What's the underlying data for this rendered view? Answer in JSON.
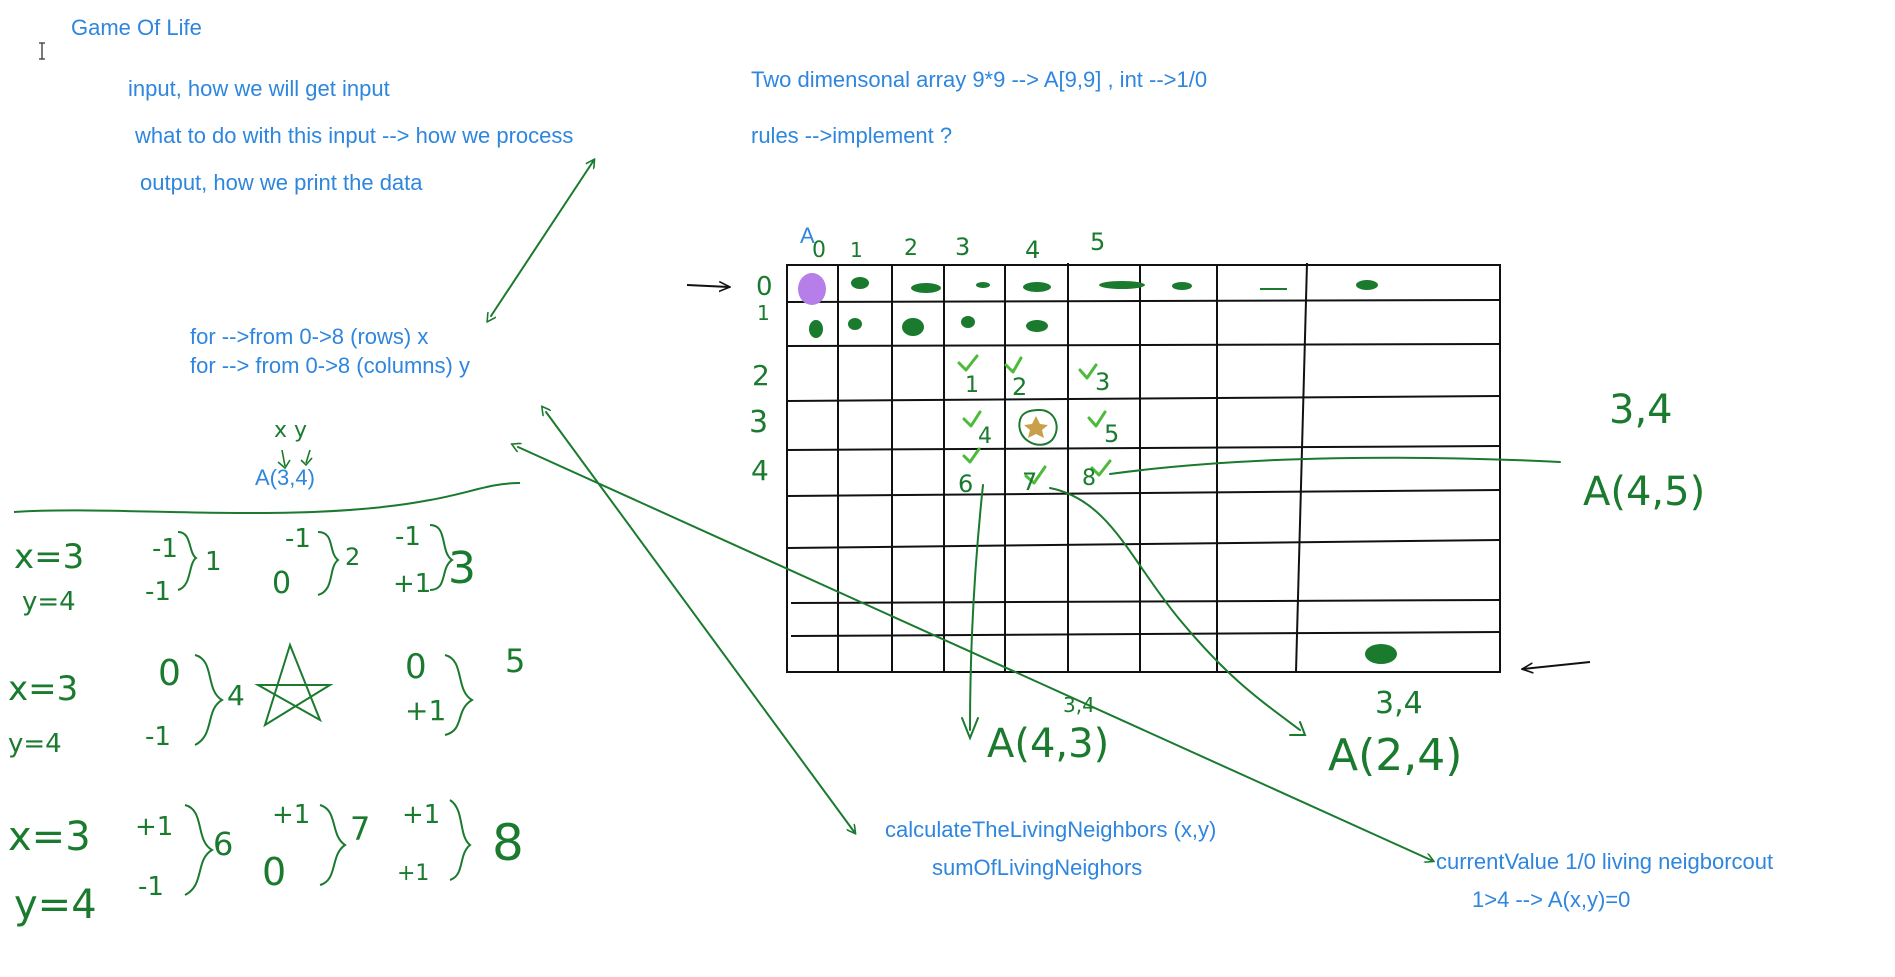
{
  "colors": {
    "typed_text": "#2e86de",
    "ink_green": "#1a7a2e",
    "check_green": "#4cbb3a",
    "ink_black": "#111111",
    "highlight_purple": "#b57ee8",
    "star_gold": "#c9a04a"
  },
  "page": {
    "title": "Game Of Life",
    "plan": [
      "input, how we will get input",
      "what to do with this input --> how we process",
      "output, how we print the data"
    ],
    "array_note": "Two dimensonal array 9*9 --> A[9,9] , int -->1/0",
    "rules_note": "rules -->implement ?",
    "loop_rows": "for -->from 0->8 (rows)  x",
    "loop_cols": "for --> from 0->8 (columns)  y",
    "a_label": "A(3,4)",
    "grid_name": "A",
    "func_call": "calculateTheLivingNeighbors (x,y)",
    "func_sum": "sumOfLivingNeighors",
    "rule_line1": "currentValue 1/0 living neigborcout",
    "rule_line2": "1>4 --> A(x,y)=0"
  },
  "handwriting": {
    "column_indices": [
      "0",
      "1",
      "2",
      "3",
      "4",
      "5"
    ],
    "row_indices": [
      "0",
      "1",
      "2",
      "3",
      "4"
    ],
    "neighbor_numbers": [
      "1",
      "2",
      "3",
      "4",
      "5",
      "6",
      "7",
      "8"
    ],
    "notes": [
      "3,4",
      "A(4,5)",
      "A(4,3)",
      "A(2,4)",
      "3,4",
      "3,4"
    ],
    "xy_label": "x y",
    "offset_blocks": [
      {
        "x": "x=3",
        "y": "y=4",
        "groups": [
          [
            "-1",
            "-1",
            "1"
          ],
          [
            "-1",
            "0",
            "2"
          ],
          [
            "-1",
            "+1",
            "3"
          ]
        ]
      },
      {
        "x": "x=3",
        "y": "y=4",
        "groups": [
          [
            "0",
            "-1",
            "4"
          ],
          [
            "star"
          ],
          [
            "0",
            "+1",
            "5"
          ]
        ]
      },
      {
        "x": "x=3",
        "y": "y=4",
        "groups": [
          [
            "+1",
            "-1",
            "6"
          ],
          [
            "+1",
            "0",
            "7"
          ],
          [
            "+1",
            "+1",
            "8"
          ]
        ]
      }
    ]
  }
}
